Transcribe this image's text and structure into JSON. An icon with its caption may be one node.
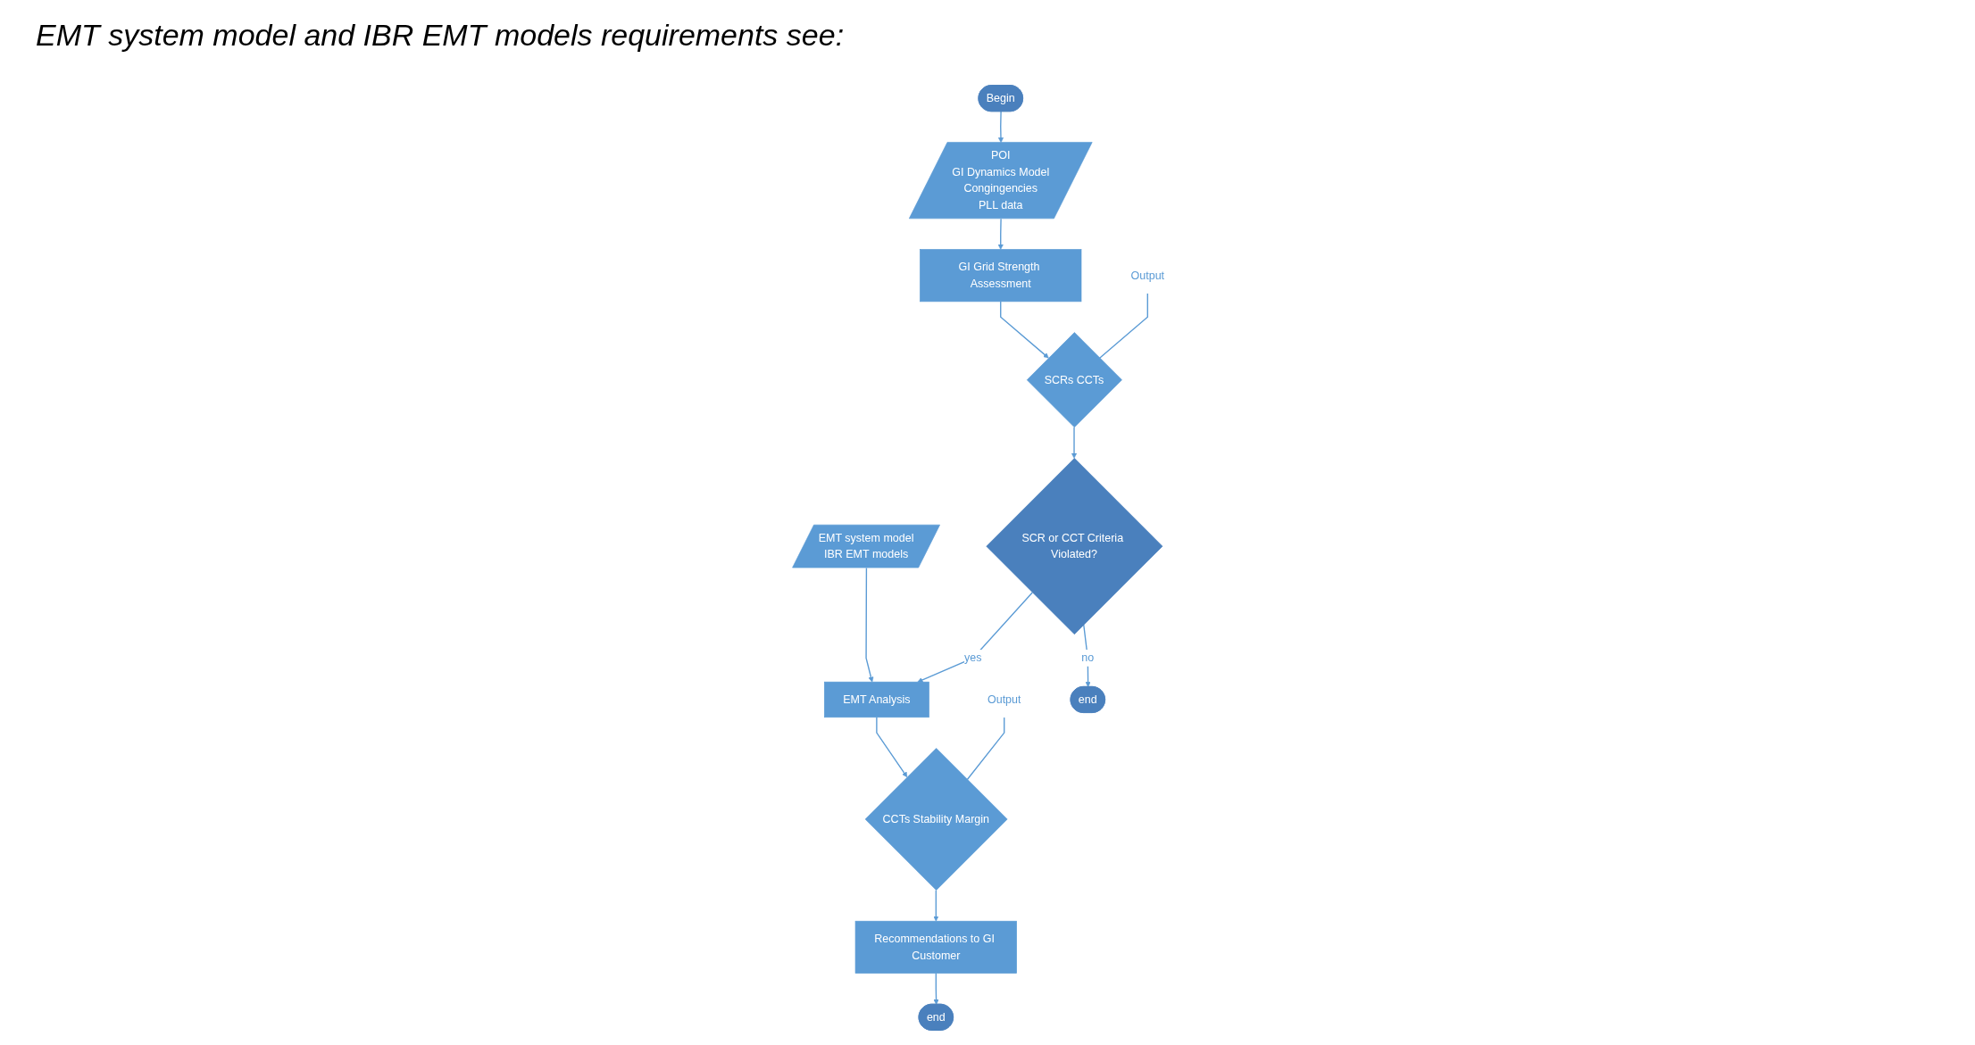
{
  "diagram": {
    "nodes": [
      {
        "text": [
          "Begin"
        ]
      },
      {
        "text": [
          "POI",
          "GI Dynamics Model",
          "Congingencies",
          "PLL data"
        ]
      },
      {
        "text": [
          "EMT system model",
          "IBR EMT models"
        ]
      },
      {
        "text": [
          "Output"
        ]
      },
      {
        "text": [
          "GI Grid Strength Assessment"
        ]
      },
      {
        "text": [
          "EMT Analysis"
        ]
      },
      {
        "text": [
          "CCTs Stability Margin"
        ]
      },
      {
        "text": [
          "Recommendations to GI Customer"
        ]
      },
      {
        "text": [
          "end"
        ]
      },
      {
        "text": [
          "Output"
        ]
      },
      {
        "text": [
          "SCRs CCTs"
        ]
      },
      {
        "text": [
          "SCR or CCT Criteria Violated?"
        ]
      },
      {
        "text": [
          "end"
        ]
      }
    ],
    "edges": [
      {
        "from": 0,
        "to": 1,
        "arrow": "to"
      },
      {
        "from": 1,
        "to": 4,
        "arrow": "to"
      },
      {
        "from": 2,
        "to": 5,
        "arrow": "to"
      },
      {
        "from": 4,
        "to": 10,
        "arrow": "to"
      },
      {
        "from": 10,
        "to": 11,
        "arrow": "to"
      },
      {
        "from": 11,
        "to": 5,
        "arrow": "to",
        "label": "yes"
      },
      {
        "from": 11,
        "to": 12,
        "arrow": "to",
        "label": "no"
      },
      {
        "from": 5,
        "to": 6,
        "arrow": "to"
      },
      {
        "from": 6,
        "to": 7,
        "arrow": "to"
      },
      {
        "from": 7,
        "to": 8,
        "arrow": "to"
      },
      {
        "from": 3,
        "to": 6,
        "arrow": "none"
      },
      {
        "from": 9,
        "to": 10,
        "arrow": "none"
      }
    ],
    "labels": [
      "EMT system model and IBR EMT models requirements see:"
    ]
  }
}
